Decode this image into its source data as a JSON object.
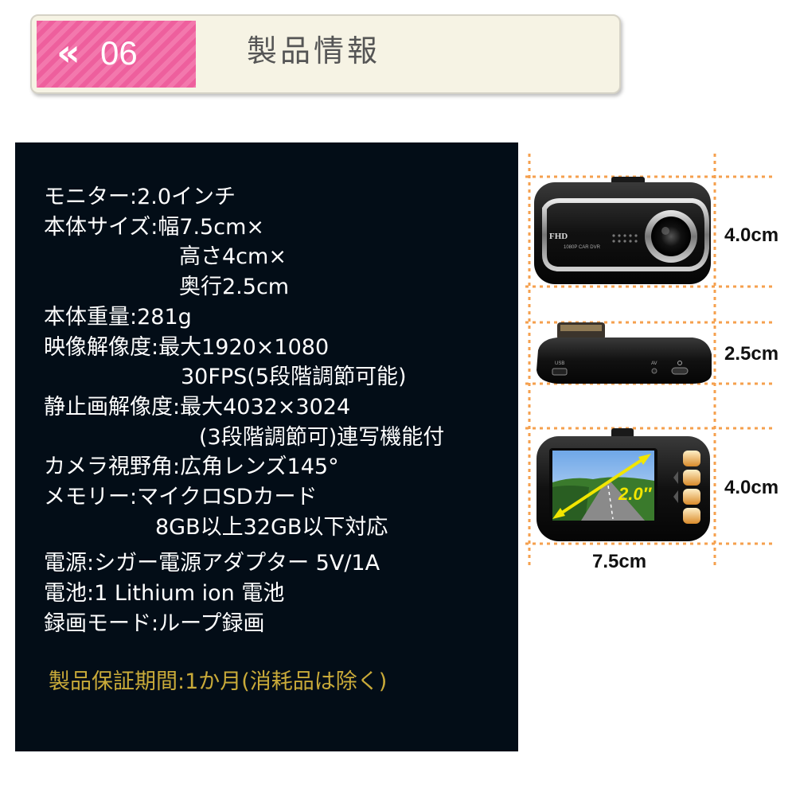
{
  "header": {
    "chevron": "«",
    "section_number": "06",
    "title": "製品情報"
  },
  "specs": {
    "monitor": "モニター:2.0インチ",
    "size_1": "本体サイズ:幅7.5cm×",
    "size_2": "高さ4cm×",
    "size_3": "奥行2.5cm",
    "weight": "本体重量:281g",
    "video_1": "映像解像度:最大1920×1080",
    "video_2": "30FPS(5段階調節可能)",
    "still_1": "静止画解像度:最大4032×3024",
    "still_2": "(3段階調節可)連写機能付",
    "view_angle": "カメラ視野角:広角レンズ145°",
    "memory_1": "メモリー:マイクロSDカード",
    "memory_2": "8GB以上32GB以下対応",
    "power": "電源:シガー電源アダプター 5V/1A",
    "battery": "電池:1 Lithium ion 電池",
    "record_mode": "録画モード:ループ録画",
    "warranty": "製品保証期間:1か月(消耗品は除く)"
  },
  "dimensions": {
    "height_front": "4.0cm",
    "depth": "2.5cm",
    "height_back": "4.0cm",
    "width": "7.5cm",
    "screen": "2.0″"
  },
  "device_labels": {
    "brand": "FHD",
    "model": "1080P CAR DVR",
    "usb": "USB",
    "av": "AV"
  },
  "colors": {
    "badge_pink": "#ee5f9d",
    "panel_bg": "#030d17",
    "warranty_gold": "#c9aa39",
    "guide_orange": "#f5a04e",
    "screen_label_yellow": "#f2e600"
  }
}
